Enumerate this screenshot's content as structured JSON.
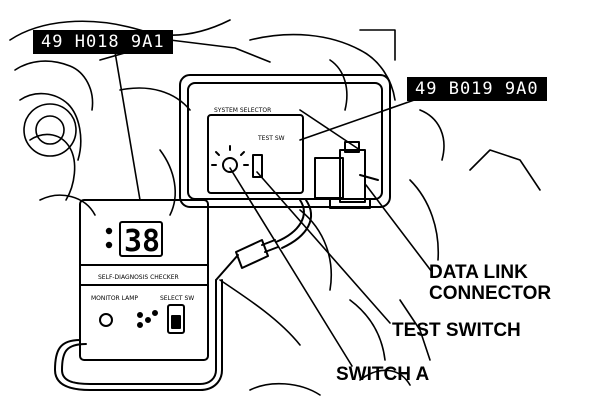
{
  "parts": {
    "tester_code": "49 H018 9A1",
    "selector_code": "49 B019 9A0"
  },
  "tester": {
    "display_value": "38",
    "title": "SELF-DIAGNOSIS CHECKER",
    "monitor_lamp_label": "MONITOR LAMP",
    "select_switch_label": "SELECT SW"
  },
  "selector": {
    "title": "SYSTEM SELECTOR",
    "test_sw_label": "TEST SW"
  },
  "callouts": {
    "data_link_connector_line1": "DATA LINK",
    "data_link_connector_line2": "CONNECTOR",
    "test_switch": "TEST SWITCH",
    "switch_a": "SWITCH A"
  }
}
